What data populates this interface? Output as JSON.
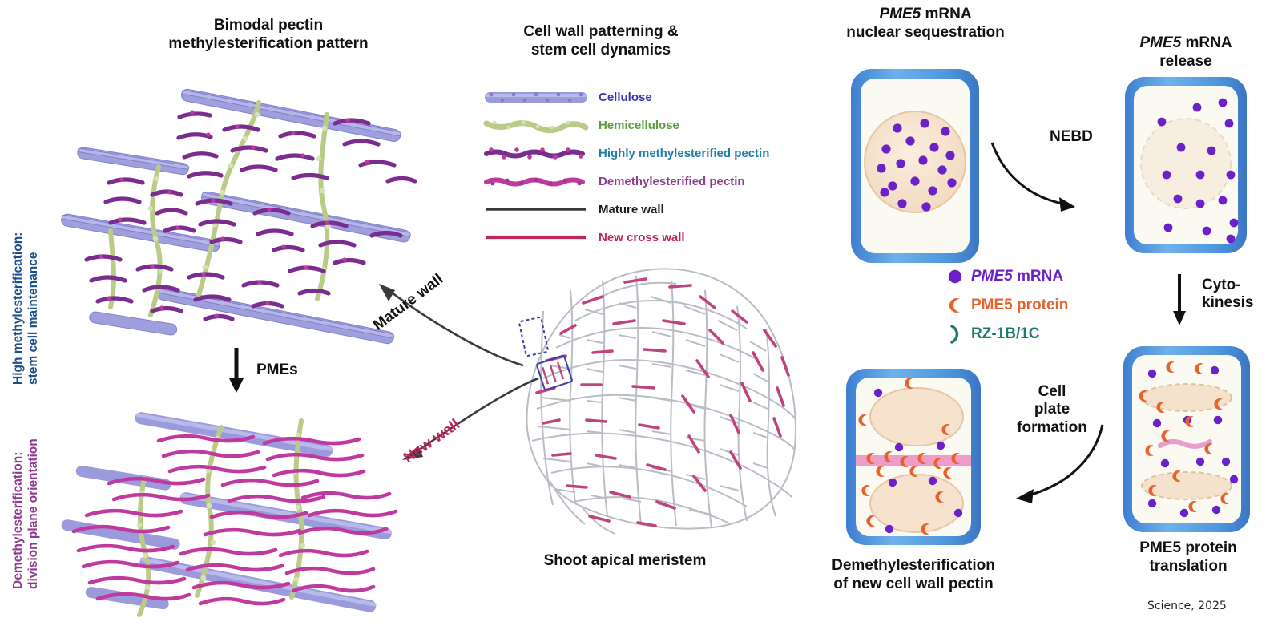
{
  "panels": {
    "left_top_title": "Bimodal pectin\nmethylesterification pattern",
    "center_title": "Cell wall patterning &\nstem cell dynamics",
    "meristem_caption": "Shoot apical meristem",
    "nuclear_seq_title_italic": "PME5",
    "nuclear_seq_title_rest": " mRNA",
    "nuclear_seq_title_line2": "nuclear sequestration",
    "release_title_italic": "PME5",
    "release_title_rest": " mRNA",
    "release_title_line2": "release",
    "translation_caption": "PME5 protein\ntranslation",
    "demethyl_caption": "Demethylesterification\nof new cell wall pectin"
  },
  "side_labels": {
    "top": "High methylesterification:\nstem cell maintenance",
    "bottom": "Demethylesterification:\ndivision plane orientation"
  },
  "arrows": {
    "pmes": "PMEs",
    "mature_wall": "Mature wall",
    "new_wall": "New wall",
    "nebd": "NEBD",
    "cytokinesis": "Cyto-\nkinesis",
    "cell_plate": "Cell\nplate\nformation"
  },
  "wall_legend": [
    {
      "icon": "cellulose-chain-icon",
      "label": "Cellulose",
      "color": "#3c35b0"
    },
    {
      "icon": "hemicellulose-chain-icon",
      "label": "Hemicellulose",
      "color": "#5a9e3b"
    },
    {
      "icon": "methylesterified-pectin-icon",
      "label": "Highly methylesterified pectin",
      "color": "#1f7fa8"
    },
    {
      "icon": "demethylesterified-pectin-icon",
      "label": "Demethylesterified pectin",
      "color": "#8f3b8f"
    },
    {
      "icon": "mature-wall-line-icon",
      "label": "Mature wall",
      "color": "#1a1a1a"
    },
    {
      "icon": "new-cross-wall-line-icon",
      "label": "New cross wall",
      "color": "#c02659"
    }
  ],
  "molecule_legend": [
    {
      "icon": "mrna-dot-icon",
      "label_italic": "PME5",
      "label_rest": " mRNA",
      "color": "#6b21c8"
    },
    {
      "icon": "protein-crescent-icon",
      "label_italic": "",
      "label_rest": "PME5 protein",
      "color": "#e8622e"
    },
    {
      "icon": "rz-arc-icon",
      "label_italic": "",
      "label_rest": "RZ-1B/1C",
      "color": "#1e7a6e"
    }
  ],
  "colors": {
    "cellulose": "#8f8fd4",
    "hemicellulose": "#b9cb87",
    "pectin_high": "#7a2d8f",
    "pectin_demethyl": "#c0399f",
    "mrna": "#6b21c8",
    "protein": "#e8622e",
    "rz": "#1e7a6e",
    "cell_border": "#4e97dd",
    "cell_fill": "#fbfaf2",
    "nucleus": "#f4dcc4",
    "new_wall_pink": "#ef9ccb",
    "meristem_wall": "#b9bcc4",
    "meristem_newwall": "#c0427e",
    "side_label_top": "#1f4e8c",
    "side_label_bottom": "#8f3b8f"
  },
  "footer": {
    "credit": "Science, 2025"
  }
}
